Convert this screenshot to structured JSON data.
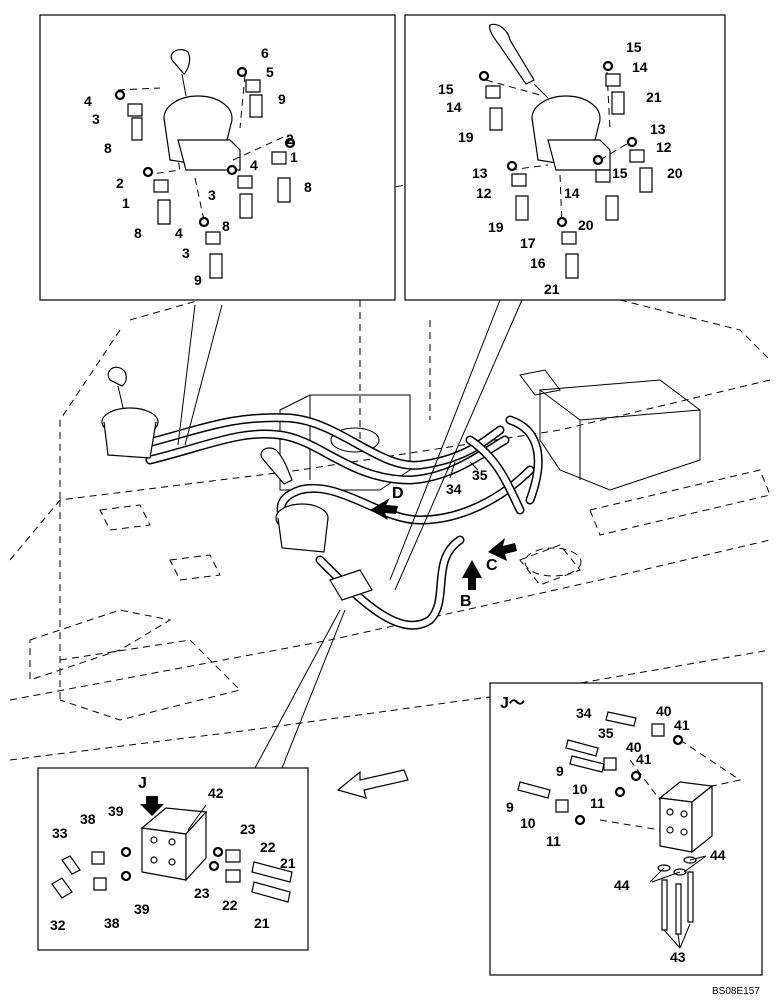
{
  "labels": {
    "tl": [
      "4",
      "3",
      "8",
      "6",
      "5",
      "9",
      "2",
      "1",
      "2",
      "1",
      "3",
      "4",
      "8",
      "8",
      "4",
      "3",
      "8",
      "9"
    ],
    "tr": [
      "15",
      "14",
      "19",
      "15",
      "14",
      "21",
      "13",
      "12",
      "13",
      "12",
      "15",
      "20",
      "14",
      "20",
      "19",
      "17",
      "16",
      "21"
    ],
    "main": [
      "D",
      "34",
      "35",
      "C",
      "B"
    ],
    "bl": [
      "J",
      "42",
      "33",
      "38",
      "39",
      "23",
      "22",
      "32",
      "38",
      "39",
      "23",
      "22",
      "21",
      "21"
    ],
    "br_header": "J～",
    "br": [
      "34",
      "40",
      "41",
      "35",
      "40",
      "9",
      "10",
      "41",
      "9",
      "10",
      "11",
      "11",
      "44",
      "44",
      "43"
    ]
  },
  "footer_code": "BS08E157"
}
